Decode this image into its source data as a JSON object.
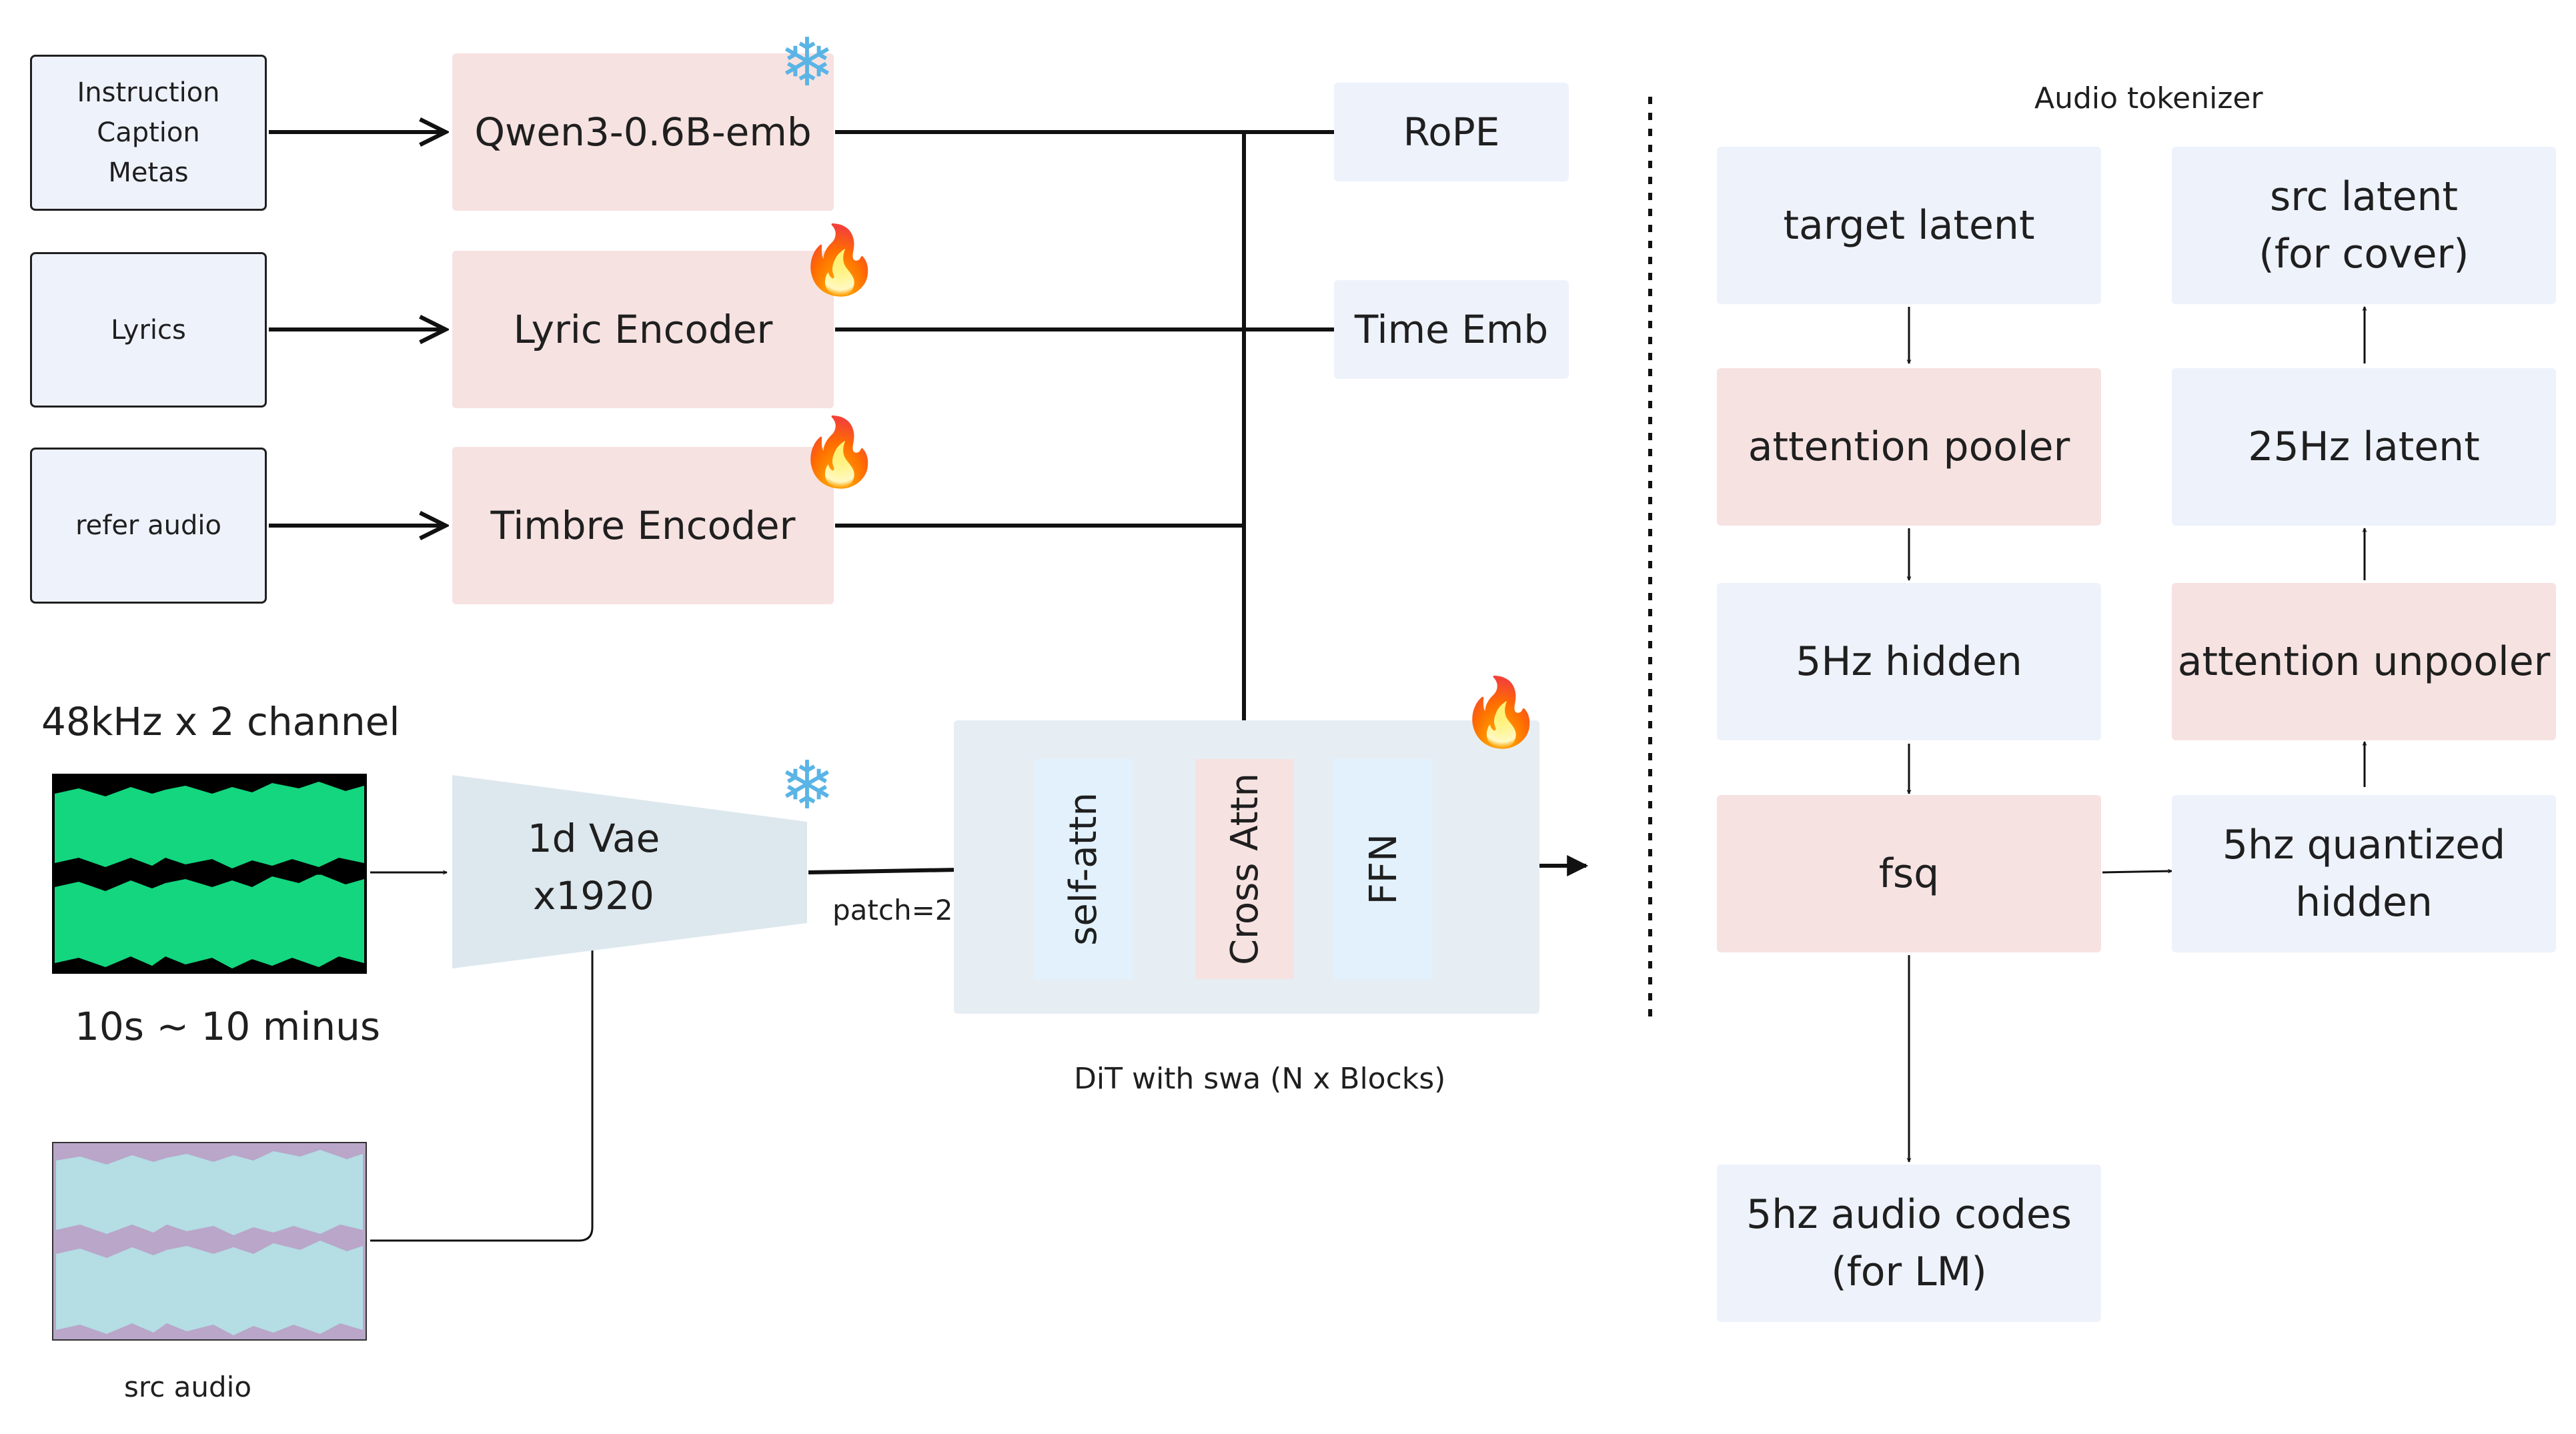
{
  "inputs": {
    "instruction": "Instruction\nCaption\nMetas",
    "lyrics": "Lyrics",
    "refer_audio": "refer audio"
  },
  "encoders": {
    "qwen": "Qwen3-0.6B-emb",
    "lyric": "Lyric Encoder",
    "timbre": "Timbre Encoder"
  },
  "side": {
    "rope": "RoPE",
    "time_emb": "Time Emb"
  },
  "audio": {
    "sample_rate": "48kHz x 2 channel",
    "duration": "10s ~ 10 minus",
    "src_audio": "src audio"
  },
  "vae": {
    "label": "1d Vae\nx1920",
    "patch": "patch=2"
  },
  "dit": {
    "self_attn": "self-attn",
    "cross_attn": "Cross Attn",
    "ffn": "FFN",
    "caption": "DiT with swa (N x Blocks)"
  },
  "tokenizer": {
    "title": "Audio tokenizer",
    "target_latent": "target latent",
    "attention_pooler": "attention pooler",
    "hidden_5hz": "5Hz hidden",
    "fsq": "fsq",
    "audio_codes": "5hz audio codes\n(for LM)",
    "quantized_hidden": "5hz quantized\nhidden",
    "attention_unpooler": "attention unpooler",
    "latent_25hz": "25Hz latent",
    "src_latent": "src latent\n(for cover)"
  },
  "icons": {
    "qwen": "snowflake-icon",
    "lyric": "fire-icon",
    "timbre": "fire-icon",
    "vae": "snowflake-icon",
    "dit": "fire-icon"
  },
  "colors": {
    "pink_box": "#f6e2e1",
    "blue_box": "#eef2fb",
    "dit_bg": "#e6eef4",
    "self_attn_bg": "#e2f1fb",
    "vae_bg": "#dde8ee",
    "waveform_green": "#13d67e",
    "waveform_src": "#b4dde4"
  }
}
